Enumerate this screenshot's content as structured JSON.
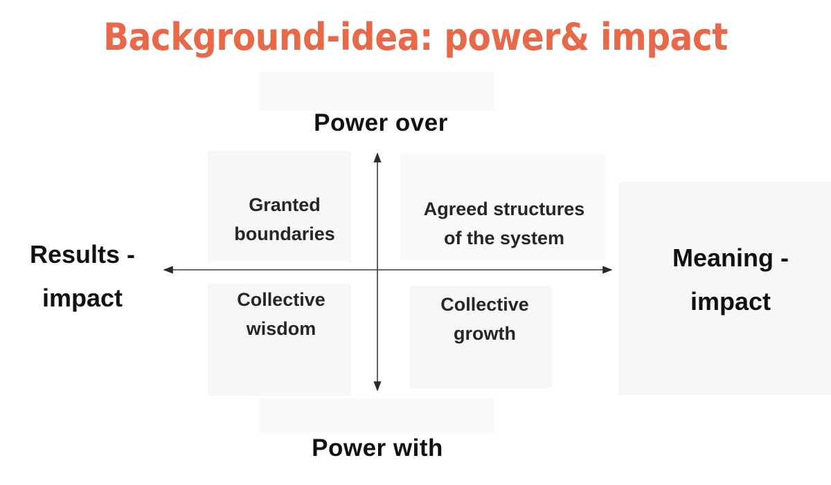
{
  "title": {
    "text": "Background-idea: power& impact",
    "color": "#e8684a"
  },
  "axes": {
    "top": "Power over",
    "bottom": "Power with",
    "left": "Results -\nimpact",
    "right": "Meaning -\nimpact"
  },
  "quadrants": {
    "top_left": "Granted\nboundaries",
    "top_right": "Agreed structures\nof the system",
    "bottom_left": "Collective\nwisdom",
    "bottom_right": "Collective\ngrowth"
  },
  "colors": {
    "accent": "#e8684a",
    "text": "#262626",
    "axis_line": "#3a3a3a",
    "panel": "#f7f7f6",
    "background": "#ffffff"
  },
  "chart_data": {
    "type": "table",
    "title": "Background-idea: power& impact",
    "x_axis": {
      "negative": "Results - impact",
      "positive": "Meaning - impact"
    },
    "y_axis": {
      "positive": "Power over",
      "negative": "Power with"
    },
    "cells": [
      {
        "quadrant": "top-left",
        "label": "Granted boundaries"
      },
      {
        "quadrant": "top-right",
        "label": "Agreed structures of the system"
      },
      {
        "quadrant": "bottom-left",
        "label": "Collective wisdom"
      },
      {
        "quadrant": "bottom-right",
        "label": "Collective growth"
      }
    ]
  }
}
